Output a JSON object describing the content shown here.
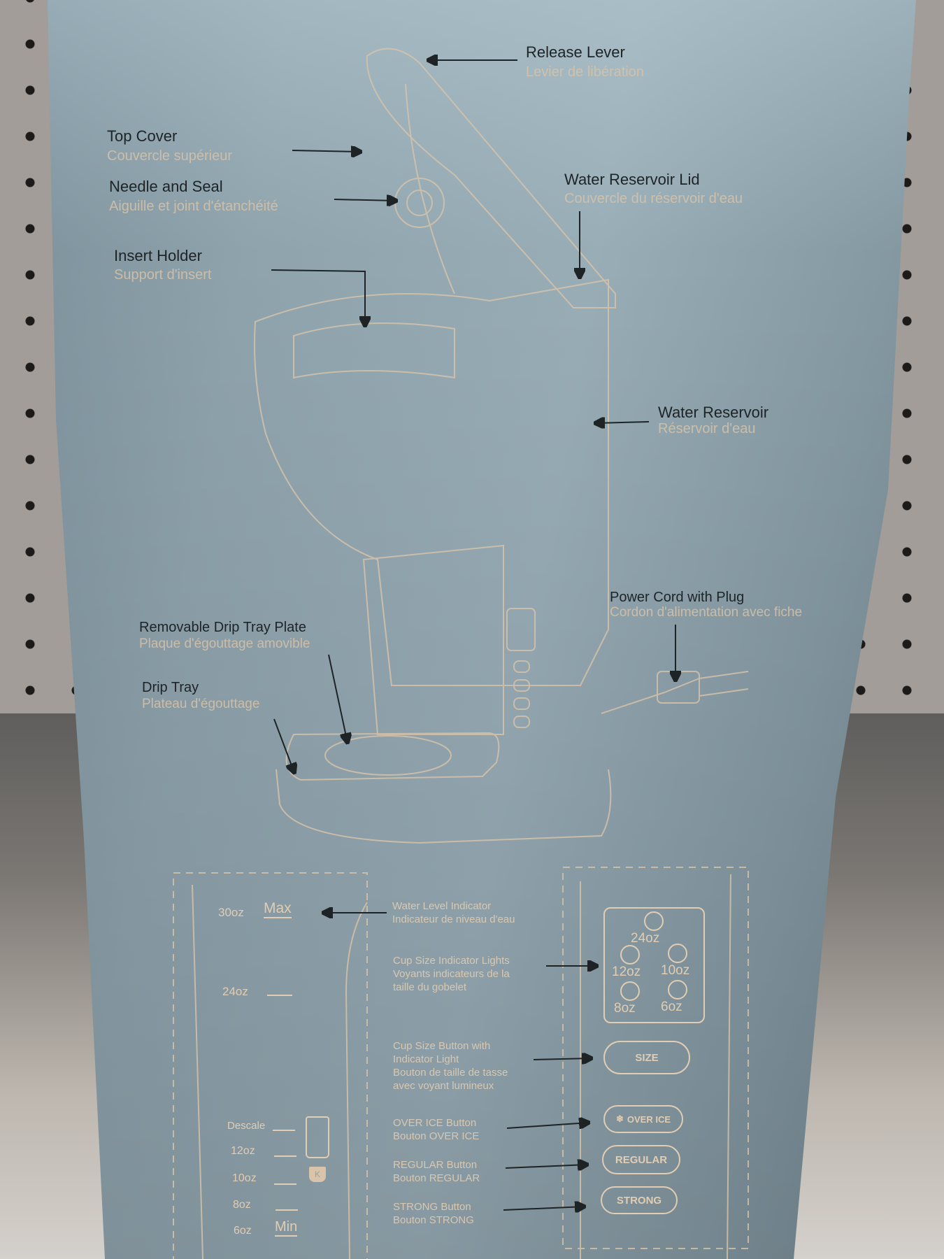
{
  "callouts": {
    "release_lever": {
      "en": "Release Lever",
      "fr": "Levier de libération"
    },
    "top_cover": {
      "en": "Top Cover",
      "fr": "Couvercle supérieur"
    },
    "needle_seal": {
      "en": "Needle and Seal",
      "fr": "Aiguille et joint d'étanchéité"
    },
    "insert_holder": {
      "en": "Insert Holder",
      "fr": "Support d'insert"
    },
    "reservoir_lid": {
      "en": "Water Reservoir Lid",
      "fr": "Couvercle du réservoir d'eau"
    },
    "reservoir": {
      "en": "Water Reservoir",
      "fr": "Réservoir d'eau"
    },
    "power_cord": {
      "en": "Power Cord with Plug",
      "fr": "Cordon d'alimentation avec fiche"
    },
    "drip_plate": {
      "en": "Removable Drip Tray Plate",
      "fr": "Plaque d'égouttage amovible"
    },
    "drip_tray": {
      "en": "Drip Tray",
      "fr": "Plateau d'égouttage"
    }
  },
  "water_level": {
    "max_value": "30oz",
    "max_label": "Max",
    "mid_value": "24oz",
    "descale": "Descale",
    "levels": [
      "12oz",
      "10oz",
      "8oz"
    ],
    "min_value": "6oz",
    "min_label": "Min",
    "pod_letter": "K"
  },
  "descriptions": {
    "water_level": [
      "Water Level Indicator",
      "Indicateur de niveau d'eau"
    ],
    "indicator_lights": [
      "Cup Size Indicator Lights",
      "Voyants indicateurs de la",
      "taille du gobelet"
    ],
    "size_button": [
      "Cup Size Button with",
      "Indicator Light",
      "Bouton de taille de tasse",
      "avec voyant lumineux"
    ],
    "over_ice": [
      "OVER ICE Button",
      "Bouton OVER ICE"
    ],
    "regular": [
      "REGULAR Button",
      "Bouton REGULAR"
    ],
    "strong": [
      "STRONG Button",
      "Bouton STRONG"
    ]
  },
  "control_panel": {
    "lights": [
      "24oz",
      "12oz",
      "10oz",
      "8oz",
      "6oz"
    ],
    "buttons": {
      "size": "SIZE",
      "over_ice": "OVER ICE",
      "regular": "REGULAR",
      "strong": "STRONG"
    },
    "over_ice_icon": "snowflake-icon"
  },
  "colors": {
    "box": "#8fa3ad",
    "line_art": "#e1cdb3",
    "label_dark": "#1e2326"
  }
}
